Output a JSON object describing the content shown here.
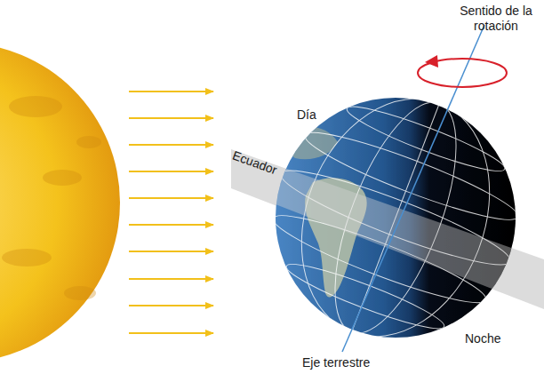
{
  "diagram": {
    "labels": [
      "Sentido de la rotación",
      "Día",
      "Ecuador",
      "Noche",
      "Eje terrestre"
    ]
  }
}
